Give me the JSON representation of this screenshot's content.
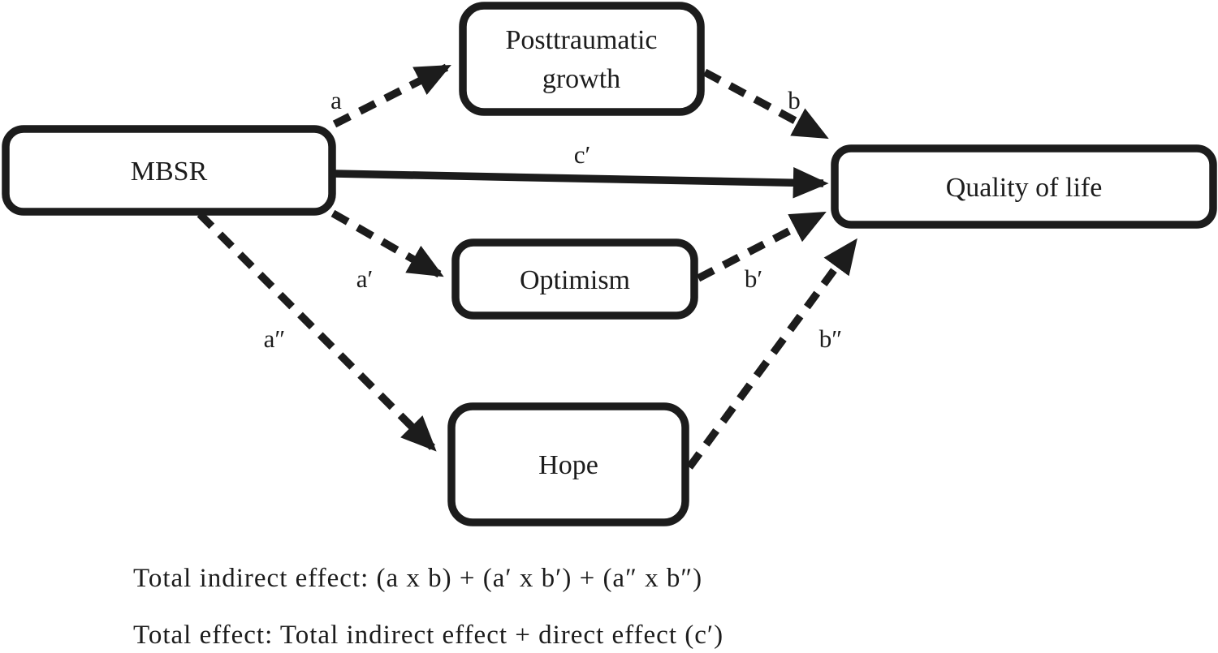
{
  "diagram": {
    "title_hint": "Mediation model of MBSR on Quality of life",
    "colors": {
      "ink": "#1c1c1c",
      "background": "#ffffff"
    },
    "nodes": {
      "mbsr": {
        "label": "MBSR"
      },
      "posttraumatic_growth": {
        "label_line1": "Posttraumatic",
        "label_line2": "growth"
      },
      "optimism": {
        "label": "Optimism"
      },
      "hope": {
        "label": "Hope"
      },
      "quality_of_life": {
        "label": "Quality of life"
      }
    },
    "path_labels": {
      "a": "a",
      "b": "b",
      "c_prime": "c′",
      "a_prime": "a′",
      "b_prime": "b′",
      "a_double_prime": "a″",
      "b_double_prime": "b″"
    },
    "notes": {
      "total_indirect": "Total indirect effect: (a x b) + (a′ x b′) + (a″ x b″)",
      "total_effect": "Total effect: Total indirect effect + direct effect (c′)"
    }
  }
}
